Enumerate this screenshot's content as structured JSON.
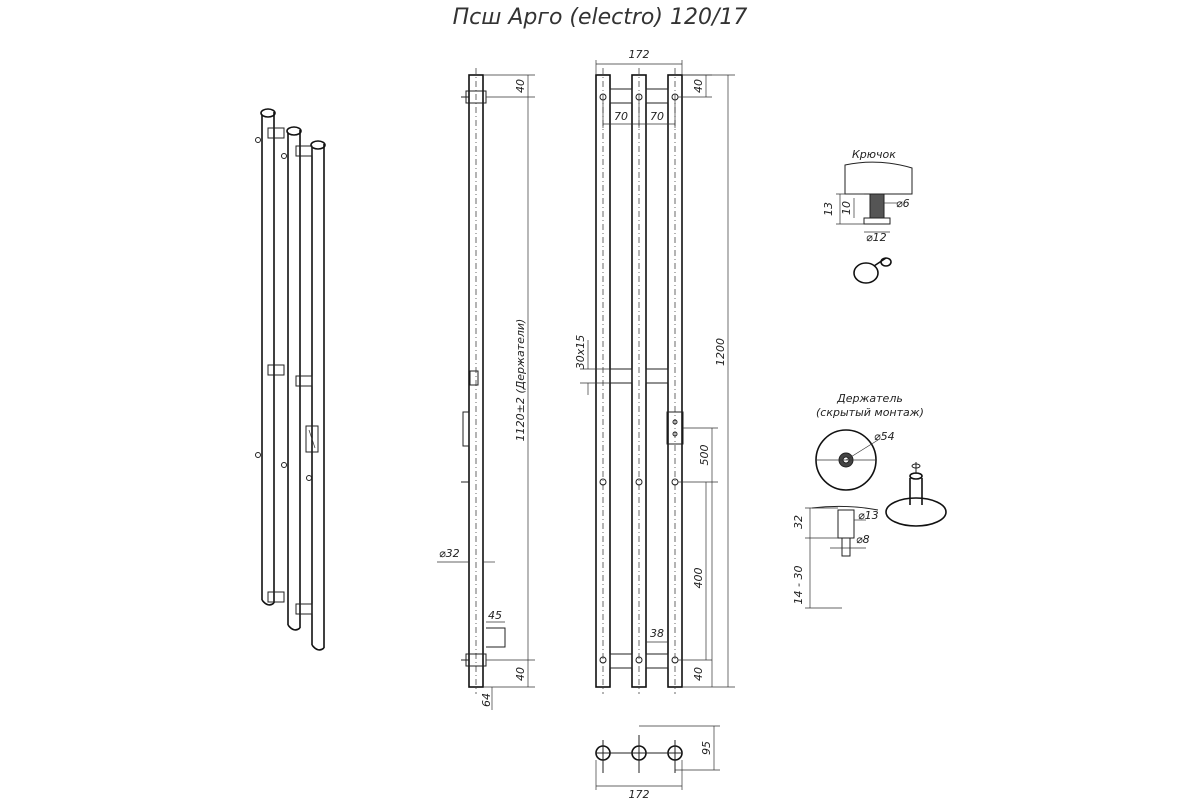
{
  "title": "Псш Арго (electro) 120/17",
  "front_view": {
    "width_top": "172",
    "dim_top_40": "40",
    "spacing_1": "70",
    "spacing_2": "70",
    "holder_size": "30х15",
    "height_total": "1200",
    "dim_500": "500",
    "dim_400": "400",
    "dim_38": "38",
    "dim_bottom_40": "40"
  },
  "side_view": {
    "dim_top_40": "40",
    "holder_span": "1120±2 (Держатели)",
    "tube_diameter": "⌀32",
    "dim_45": "45",
    "dim_bottom_40": "40",
    "dim_64": "64"
  },
  "bottom_view": {
    "width": "172",
    "depth": "95"
  },
  "hook_detail": {
    "label": "Крючок",
    "dim_13": "13",
    "dim_10": "10",
    "dim_d6": "⌀6",
    "dim_d12": "⌀12"
  },
  "holder_detail": {
    "label_line1": "Держатель",
    "label_line2": "(скрытый монтаж)",
    "dim_d54": "⌀54",
    "dim_32": "32",
    "dim_d13": "⌀13",
    "dim_d8": "⌀8",
    "dim_range": "14 - 30"
  }
}
